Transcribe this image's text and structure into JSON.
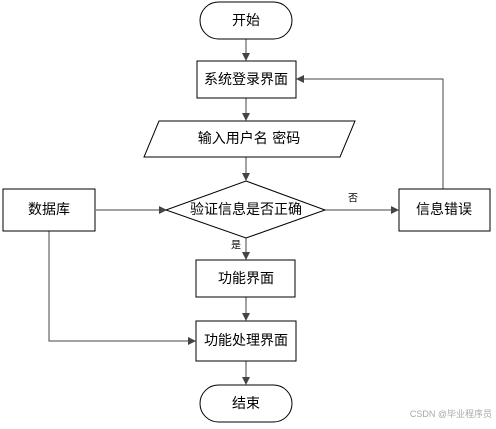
{
  "nodes": {
    "start": "开始",
    "login": "系统登录界面",
    "input": "输入用户名 密码",
    "database": "数据库",
    "verify": "验证信息是否正确",
    "error": "信息错误",
    "function": "功能界面",
    "process": "功能处理界面",
    "end": "结束"
  },
  "edges": {
    "no": "否",
    "yes": "是"
  },
  "watermark": "CSDN @毕业程序员",
  "colors": {
    "stroke": "#000000",
    "arrow": "#444444",
    "fill": "#ffffff",
    "watermark": "#a8a8a8"
  }
}
